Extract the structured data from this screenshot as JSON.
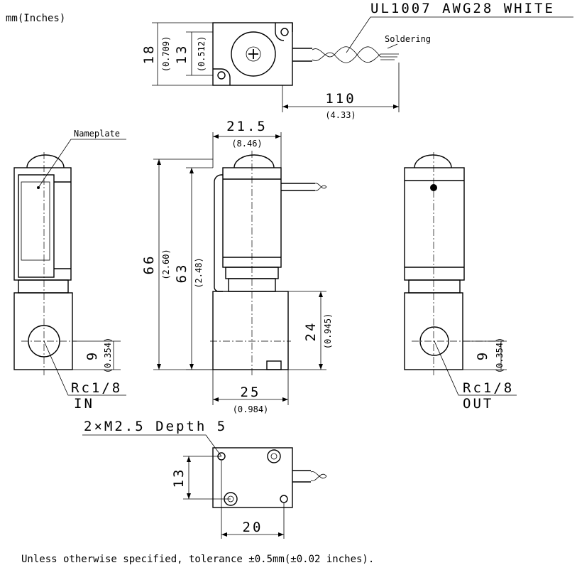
{
  "units_label": "mm(Inches)",
  "wire_label": "UL1007 AWG28 WHITE",
  "soldering_label": "Soldering",
  "nameplate_label": "Nameplate",
  "dims": {
    "top_height_mm": "18",
    "top_height_in": "(0.709)",
    "top_hole_mm": "13",
    "top_hole_in": "(0.512)",
    "lead_length_mm": "110",
    "lead_length_in": "(4.33)",
    "width_mm": "21.5",
    "width_in": "(8.46)",
    "total_height_mm": "66",
    "total_height_in": "(2.60)",
    "body_height_mm": "63",
    "body_height_in": "(2.48)",
    "base_height_mm": "24",
    "base_height_in": "(0.945)",
    "base_width_mm": "25",
    "base_width_in": "(0.984)",
    "port_height_left_mm": "9",
    "port_height_left_in": "(0.354)",
    "port_height_right_mm": "9",
    "port_height_right_in": "(0.354)",
    "bottom_hole_v_mm": "13",
    "bottom_hole_h_mm": "20"
  },
  "ports": {
    "in_thread": "Rc1/8",
    "in_label": "IN",
    "out_thread": "Rc1/8",
    "out_label": "OUT"
  },
  "mount_label": "2×M2.5 Depth 5",
  "tolerance_note": "Unless otherwise specified, tolerance ±0.5mm(±0.02 inches)."
}
